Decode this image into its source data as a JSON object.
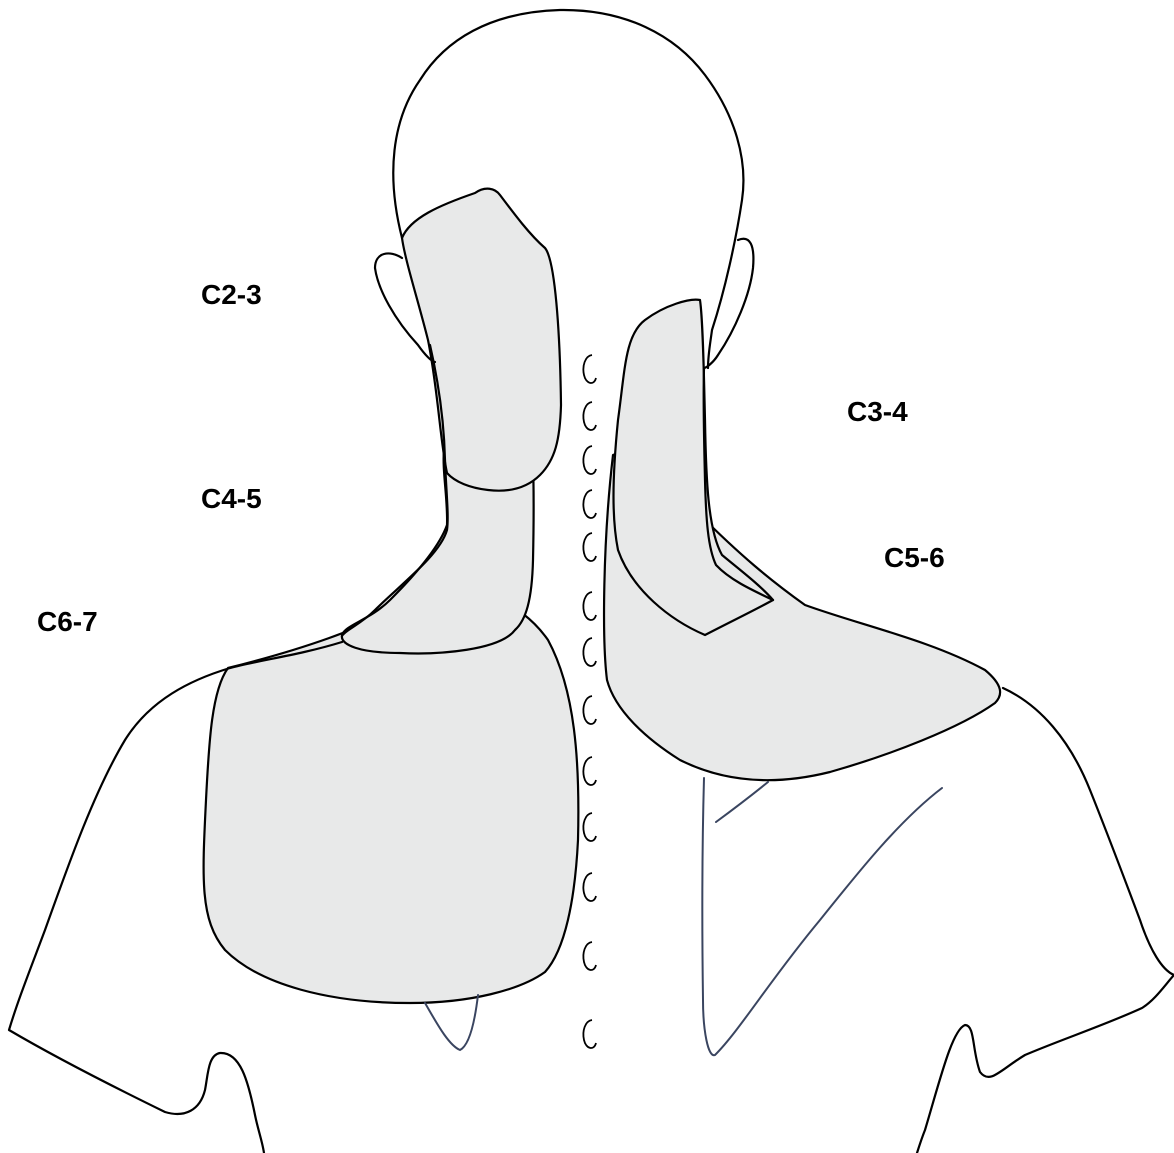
{
  "colors": {
    "zone_fill": "#e8e9e9",
    "outline": "#000000",
    "muscle_line": "#3a4560",
    "label_text": "#000000"
  },
  "labels": {
    "c2_3": "C2-3",
    "c3_4": "C3-4",
    "c4_5": "C4-5",
    "c5_6": "C5-6",
    "c6_7": "C6-7"
  }
}
